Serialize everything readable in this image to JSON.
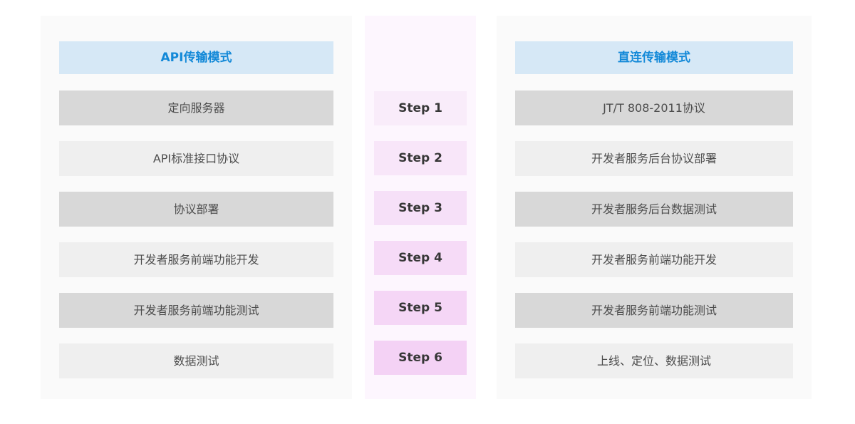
{
  "colors": {
    "page_bg": "#ffffff",
    "side_panel_bg": "#fafafa",
    "steps_panel_bg": "#fdf6fe",
    "header_bg": "#d6e8f6",
    "header_text": "#1389d8",
    "row_dark": "#d8d8d8",
    "row_light": "#efefef",
    "row_text": "#4d4d4d",
    "step_text": "#373737"
  },
  "left_panel": {
    "header": "API传输模式",
    "rows": [
      {
        "label": "定向服务器"
      },
      {
        "label": "API标准接口协议"
      },
      {
        "label": "协议部署"
      },
      {
        "label": "开发者服务前端功能开发"
      },
      {
        "label": "开发者服务前端功能测试"
      },
      {
        "label": "数据测试"
      }
    ]
  },
  "steps_panel": {
    "items": [
      {
        "label": "Step 1",
        "bg": "#f9ecfa"
      },
      {
        "label": "Step 2",
        "bg": "#f8e6f9"
      },
      {
        "label": "Step 3",
        "bg": "#f6e0f8"
      },
      {
        "label": "Step 4",
        "bg": "#f6dbf7"
      },
      {
        "label": "Step 5",
        "bg": "#f5d6f6"
      },
      {
        "label": "Step 6",
        "bg": "#f4d2f5"
      }
    ]
  },
  "right_panel": {
    "header": "直连传输模式",
    "rows": [
      {
        "label": "JT/T 808-2011协议"
      },
      {
        "label": "开发者服务后台协议部署"
      },
      {
        "label": "开发者服务后台数据测试"
      },
      {
        "label": "开发者服务前端功能开发"
      },
      {
        "label": "开发者服务前端功能测试"
      },
      {
        "label": "上线、定位、数据测试"
      }
    ]
  }
}
